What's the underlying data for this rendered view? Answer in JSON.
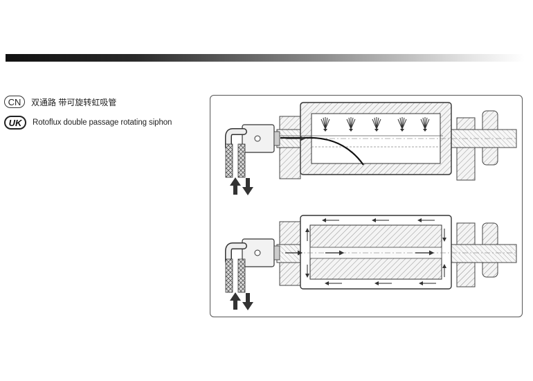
{
  "header": {
    "bar": "gradient-divider"
  },
  "languages": [
    {
      "code": "CN",
      "text": "双通路  带可旋转虹吸管"
    },
    {
      "code": "UK",
      "text": "Rotoflux double passage rotating siphon"
    }
  ],
  "diagram": {
    "panels": [
      {
        "id": "top",
        "style": "rotating siphon with steam spray nozzles"
      },
      {
        "id": "bottom",
        "style": "double passage flow through shell"
      }
    ],
    "icons": [
      "arrow-up-icon",
      "arrow-down-icon"
    ]
  }
}
